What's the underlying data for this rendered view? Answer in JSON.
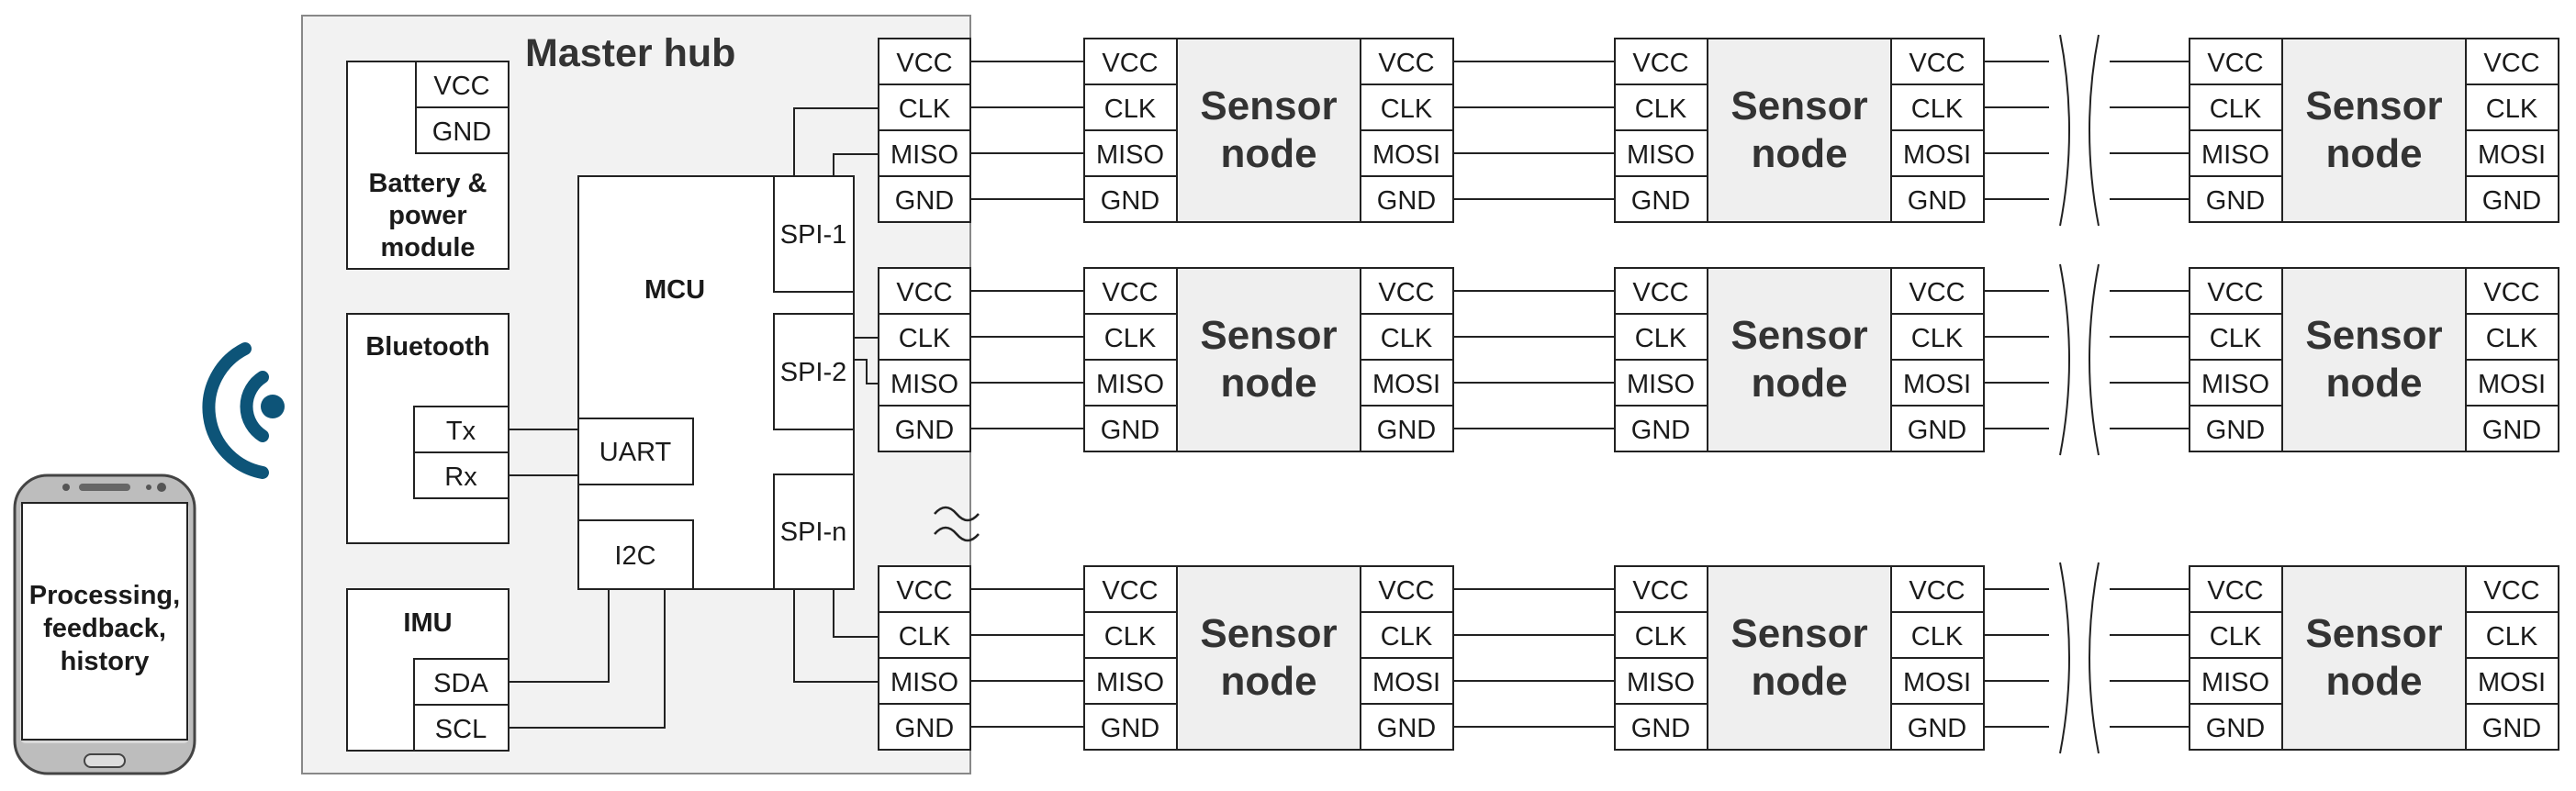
{
  "master_hub": {
    "title": "Master hub",
    "battery": {
      "label_lines": [
        "Battery &",
        "power",
        "module"
      ],
      "pins": [
        "VCC",
        "GND"
      ]
    },
    "bluetooth": {
      "label": "Bluetooth",
      "pins": [
        "Tx",
        "Rx"
      ]
    },
    "imu": {
      "label": "IMU",
      "pins": [
        "SDA",
        "SCL"
      ]
    },
    "mcu": {
      "label": "MCU",
      "uart": "UART",
      "i2c": "I2C",
      "spi": [
        "SPI-1",
        "SPI-2",
        "SPI-n"
      ]
    }
  },
  "phone": {
    "label_lines": [
      "Processing,",
      "feedback,",
      "history"
    ]
  },
  "colors": {
    "wireless": "#0d5478",
    "hub_fill": "#f2f2f2",
    "node_fill": "#efefef"
  },
  "hub_pins": [
    "VCC",
    "CLK",
    "MISO",
    "GND"
  ],
  "sensor_node": {
    "label_lines": [
      "Sensor",
      "node"
    ],
    "left_pins": [
      "VCC",
      "CLK",
      "MISO",
      "GND"
    ],
    "right_pins": [
      "VCC",
      "CLK",
      "MOSI",
      "GND"
    ]
  }
}
